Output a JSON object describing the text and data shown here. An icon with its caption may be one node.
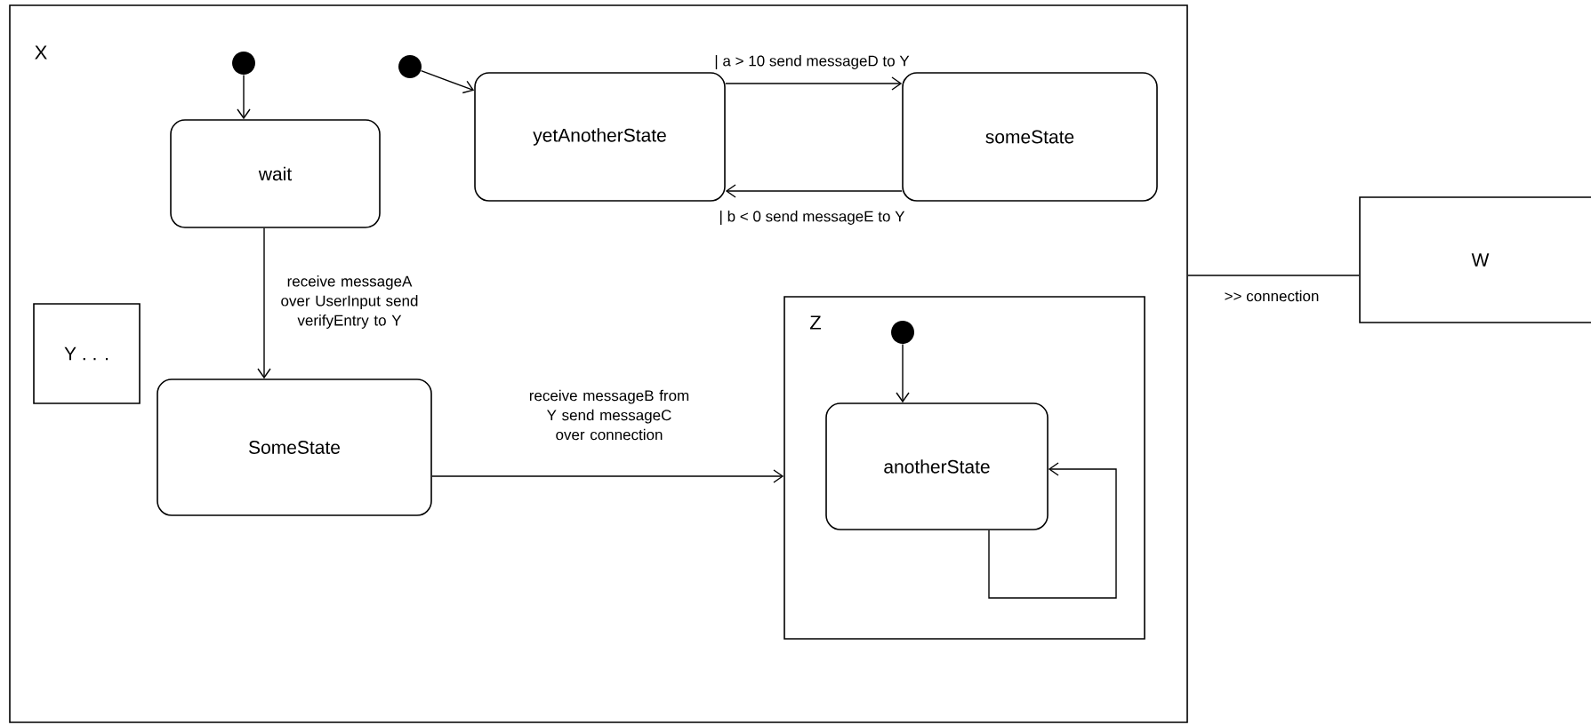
{
  "diagram": {
    "nodes": [
      {
        "text": [
          "X"
        ]
      },
      {
        "text": [],
        "shape": "circle",
        "in": 0
      },
      {
        "text": [
          "wait"
        ],
        "in": 0
      },
      {
        "text": [],
        "shape": "circle",
        "in": 0
      },
      {
        "text": [
          "yetAnotherState"
        ],
        "in": 0
      },
      {
        "text": [
          "someState"
        ],
        "in": 0
      },
      {
        "text": [
          "Y . . ."
        ],
        "in": 0
      },
      {
        "text": [
          "SomeState"
        ],
        "in": 0
      },
      {
        "text": [
          "Z"
        ],
        "in": 0
      },
      {
        "text": [],
        "shape": "circle",
        "in": 8
      },
      {
        "text": [
          "anotherState"
        ],
        "in": 8
      },
      {
        "text": [
          "W"
        ]
      }
    ],
    "edges": [
      {
        "from": 1,
        "to": 2,
        "arrow": "to"
      },
      {
        "from": 3,
        "to": 4,
        "arrow": "to"
      },
      {
        "from": 4,
        "to": 5,
        "arrow": "to",
        "label": "| a > 10 send messageD to Y"
      },
      {
        "from": 5,
        "to": 4,
        "arrow": "to",
        "label": "| b < 0 send messageE to Y"
      },
      {
        "from": 2,
        "to": 7,
        "arrow": "to",
        "label": "receive messageA over UserInput send verifyEntry to Y"
      },
      {
        "from": 7,
        "to": 8,
        "arrow": "to",
        "label": "receive messageB from Y send messageC over connection"
      },
      {
        "from": 9,
        "to": 10,
        "arrow": "to"
      },
      {
        "from": 10,
        "to": 10,
        "arrow": "to"
      },
      {
        "from": 0,
        "to": 11,
        "arrow": "none",
        "label": ">> connection"
      }
    ]
  }
}
